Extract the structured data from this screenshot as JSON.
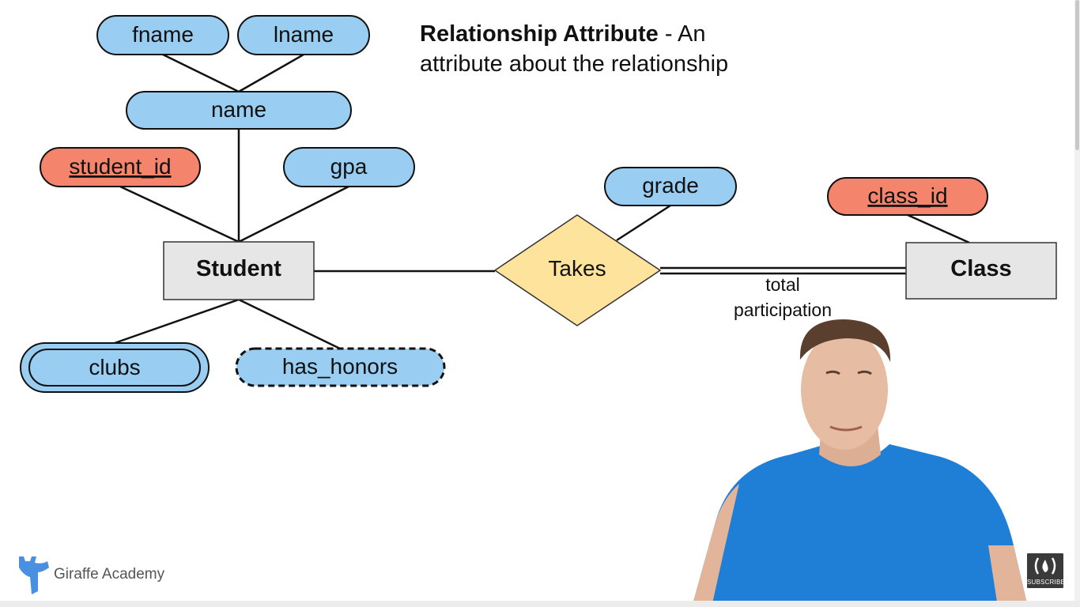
{
  "annotation": {
    "bold": "Relationship Attribute",
    "rest_line1": " - An",
    "line2": "attribute about the relationship"
  },
  "entities": {
    "student": "Student",
    "class": "Class"
  },
  "relationship": {
    "label": "Takes",
    "participation_line1": "total",
    "participation_line2": "participation"
  },
  "attributes": {
    "fname": "fname",
    "lname": "lname",
    "name": "name",
    "student_id": "student_id",
    "gpa": "gpa",
    "clubs": "clubs",
    "has_honors": "has_honors",
    "grade": "grade",
    "class_id": "class_id"
  },
  "branding": {
    "logo_text": "Giraffe Academy",
    "subscribe": "SUBSCRIBE"
  },
  "colors": {
    "attribute_fill": "#99cdf2",
    "key_attribute_fill": "#f4846c",
    "entity_fill": "#e6e6e6",
    "relationship_fill": "#fde39c",
    "shirt": "#1f7fd6"
  }
}
